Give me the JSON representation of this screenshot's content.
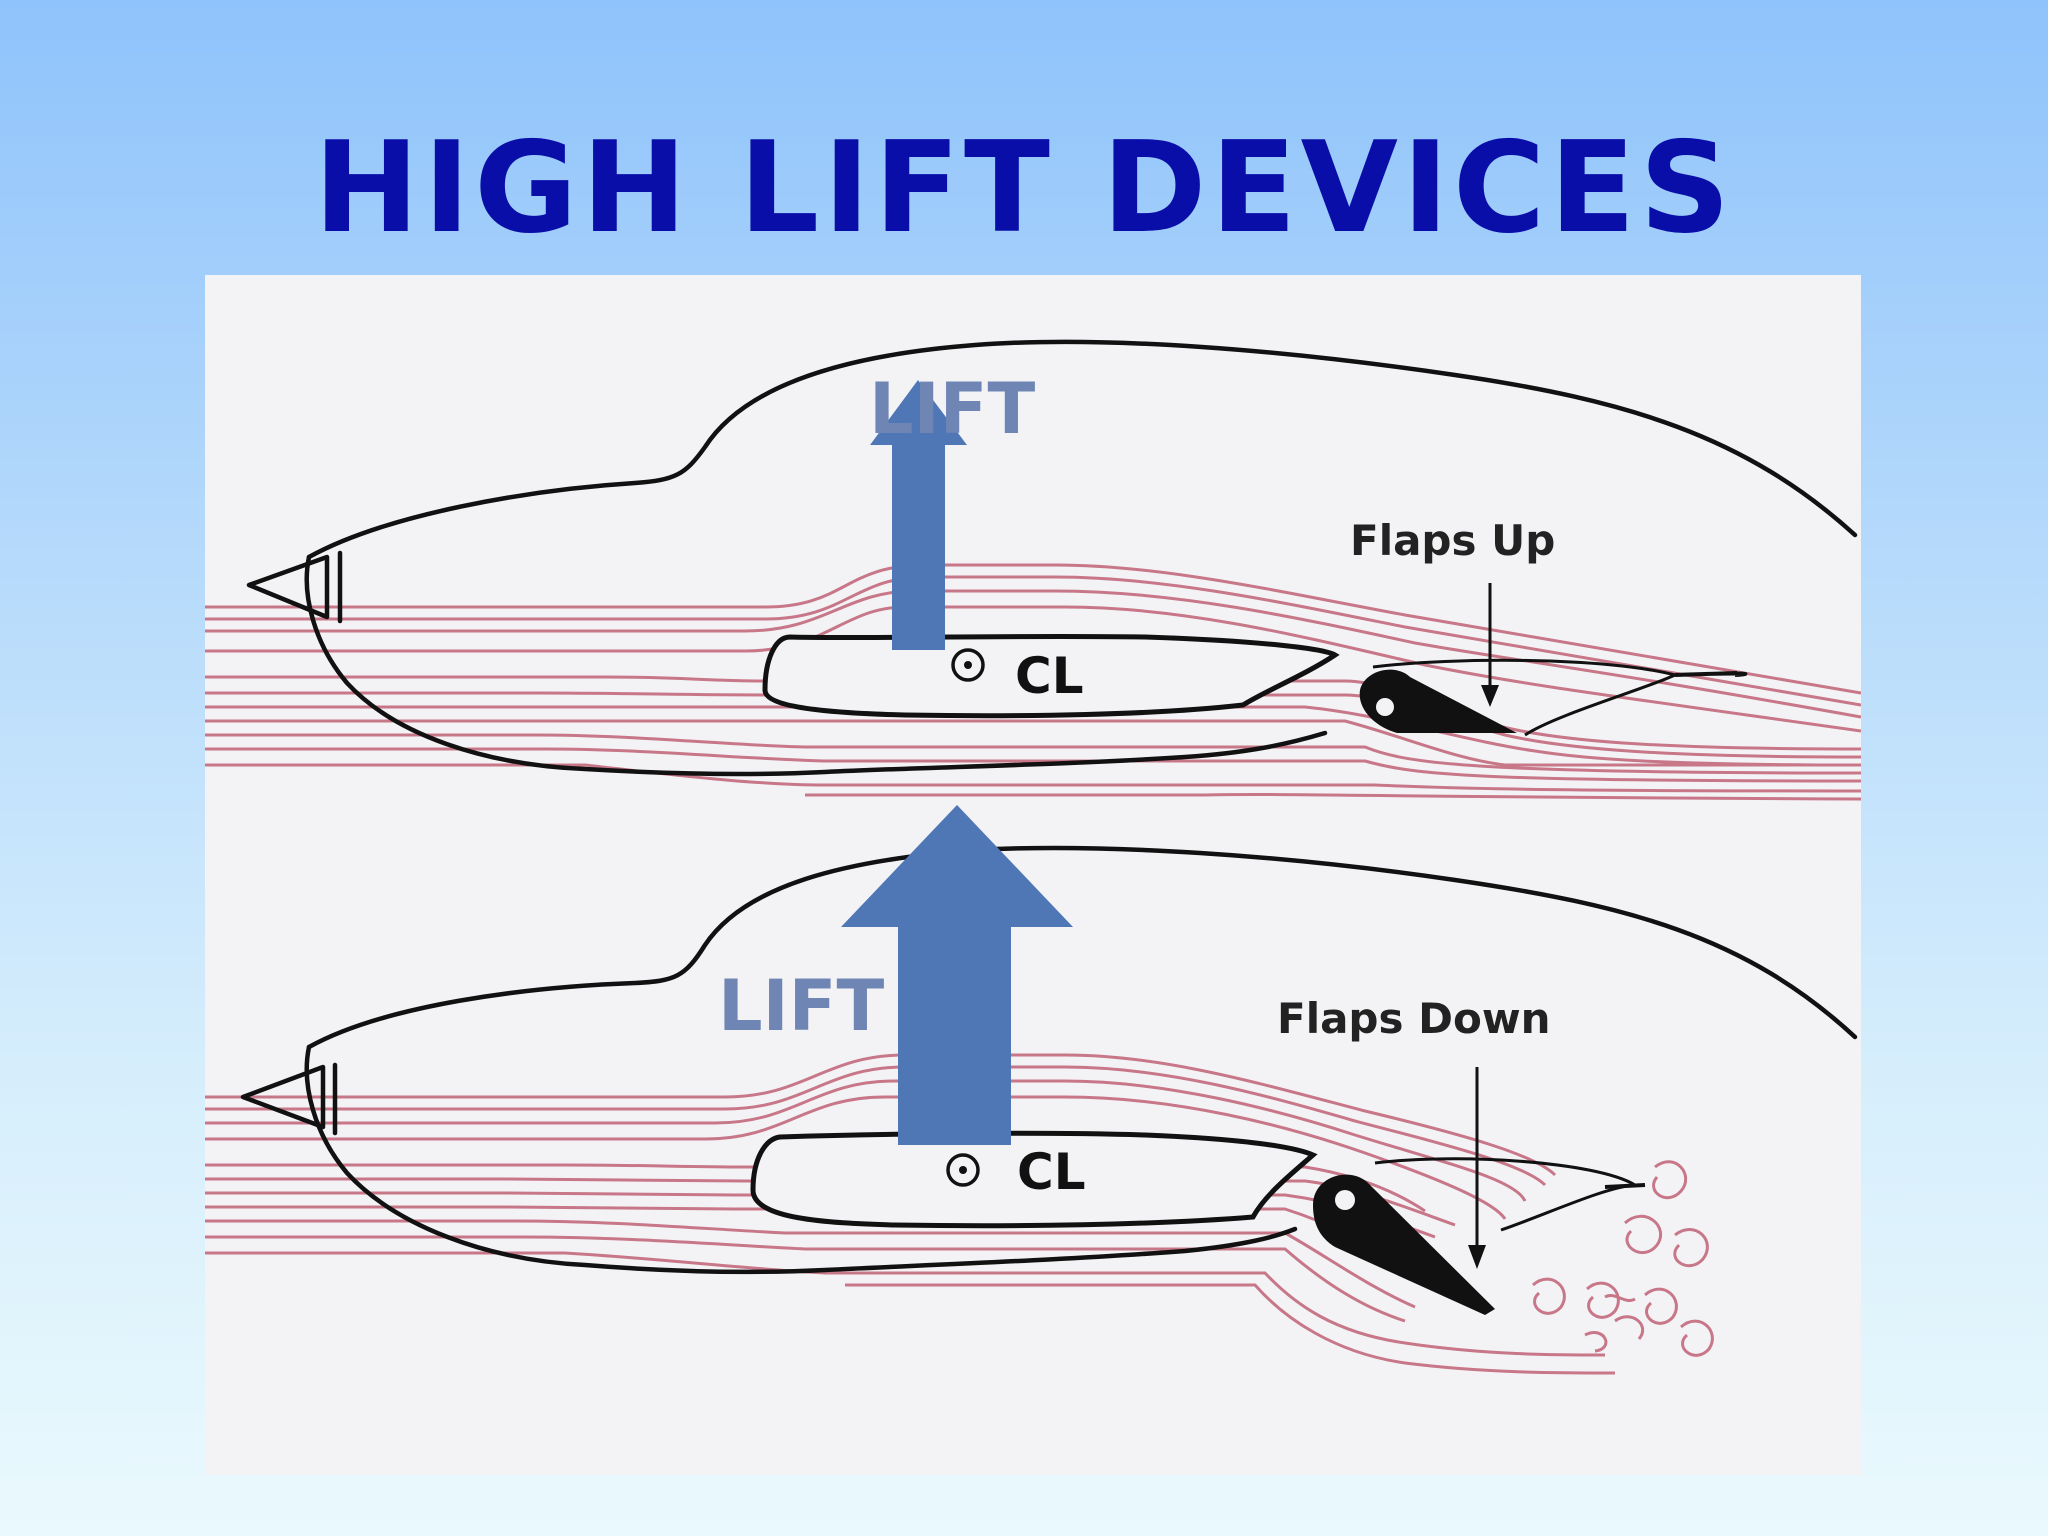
{
  "slide": {
    "title": "HIGH LIFT DEVICES"
  },
  "diagram": {
    "top": {
      "lift_label": "LIFT",
      "cl_label": "CL",
      "flaps_label": "Flaps Up"
    },
    "bottom": {
      "lift_label": "LIFT",
      "cl_label": "CL",
      "flaps_label": "Flaps Down"
    }
  },
  "colors": {
    "title": "#0a0ea8",
    "lift_arrow": "#4f76b5",
    "lift_text": "#6f86b4",
    "streamline": "#c77788",
    "outline": "#111111",
    "panel": "#f3f3f6"
  }
}
